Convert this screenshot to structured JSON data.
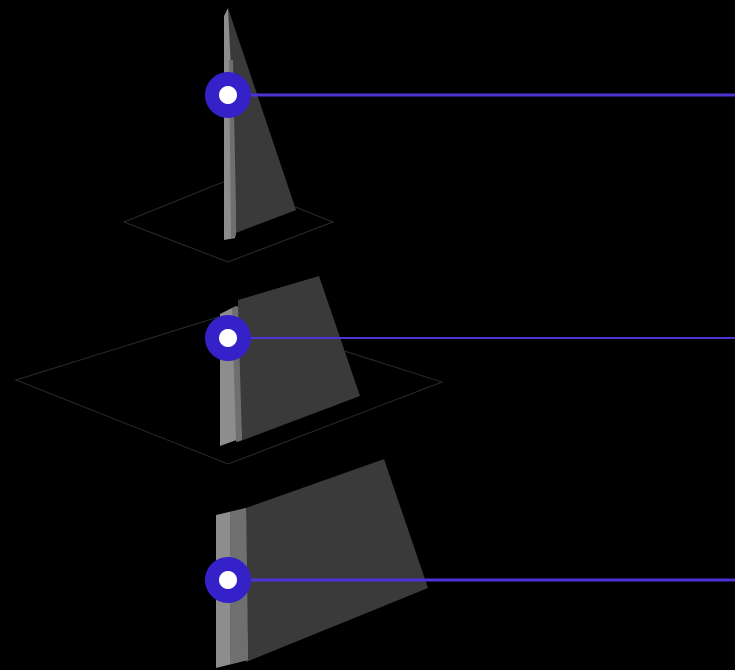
{
  "colors": {
    "background": "#000000",
    "plate_outline": "#2a2a2a",
    "panel_fill": "#3a3a3a",
    "shaft_front": "#8d8d8d",
    "shaft_side": "#6f6f6f",
    "leader_line": "#4a34d6",
    "marker_ring": "#3421c8",
    "marker_center": "#ffffff"
  },
  "diagram": {
    "type": "exploded-tower-view",
    "sections": [
      {
        "id": "top",
        "marker": "marker-top",
        "has_plate": true
      },
      {
        "id": "middle",
        "marker": "marker-middle",
        "has_plate": true
      },
      {
        "id": "bottom",
        "marker": "marker-bottom",
        "has_plate": false
      }
    ]
  }
}
